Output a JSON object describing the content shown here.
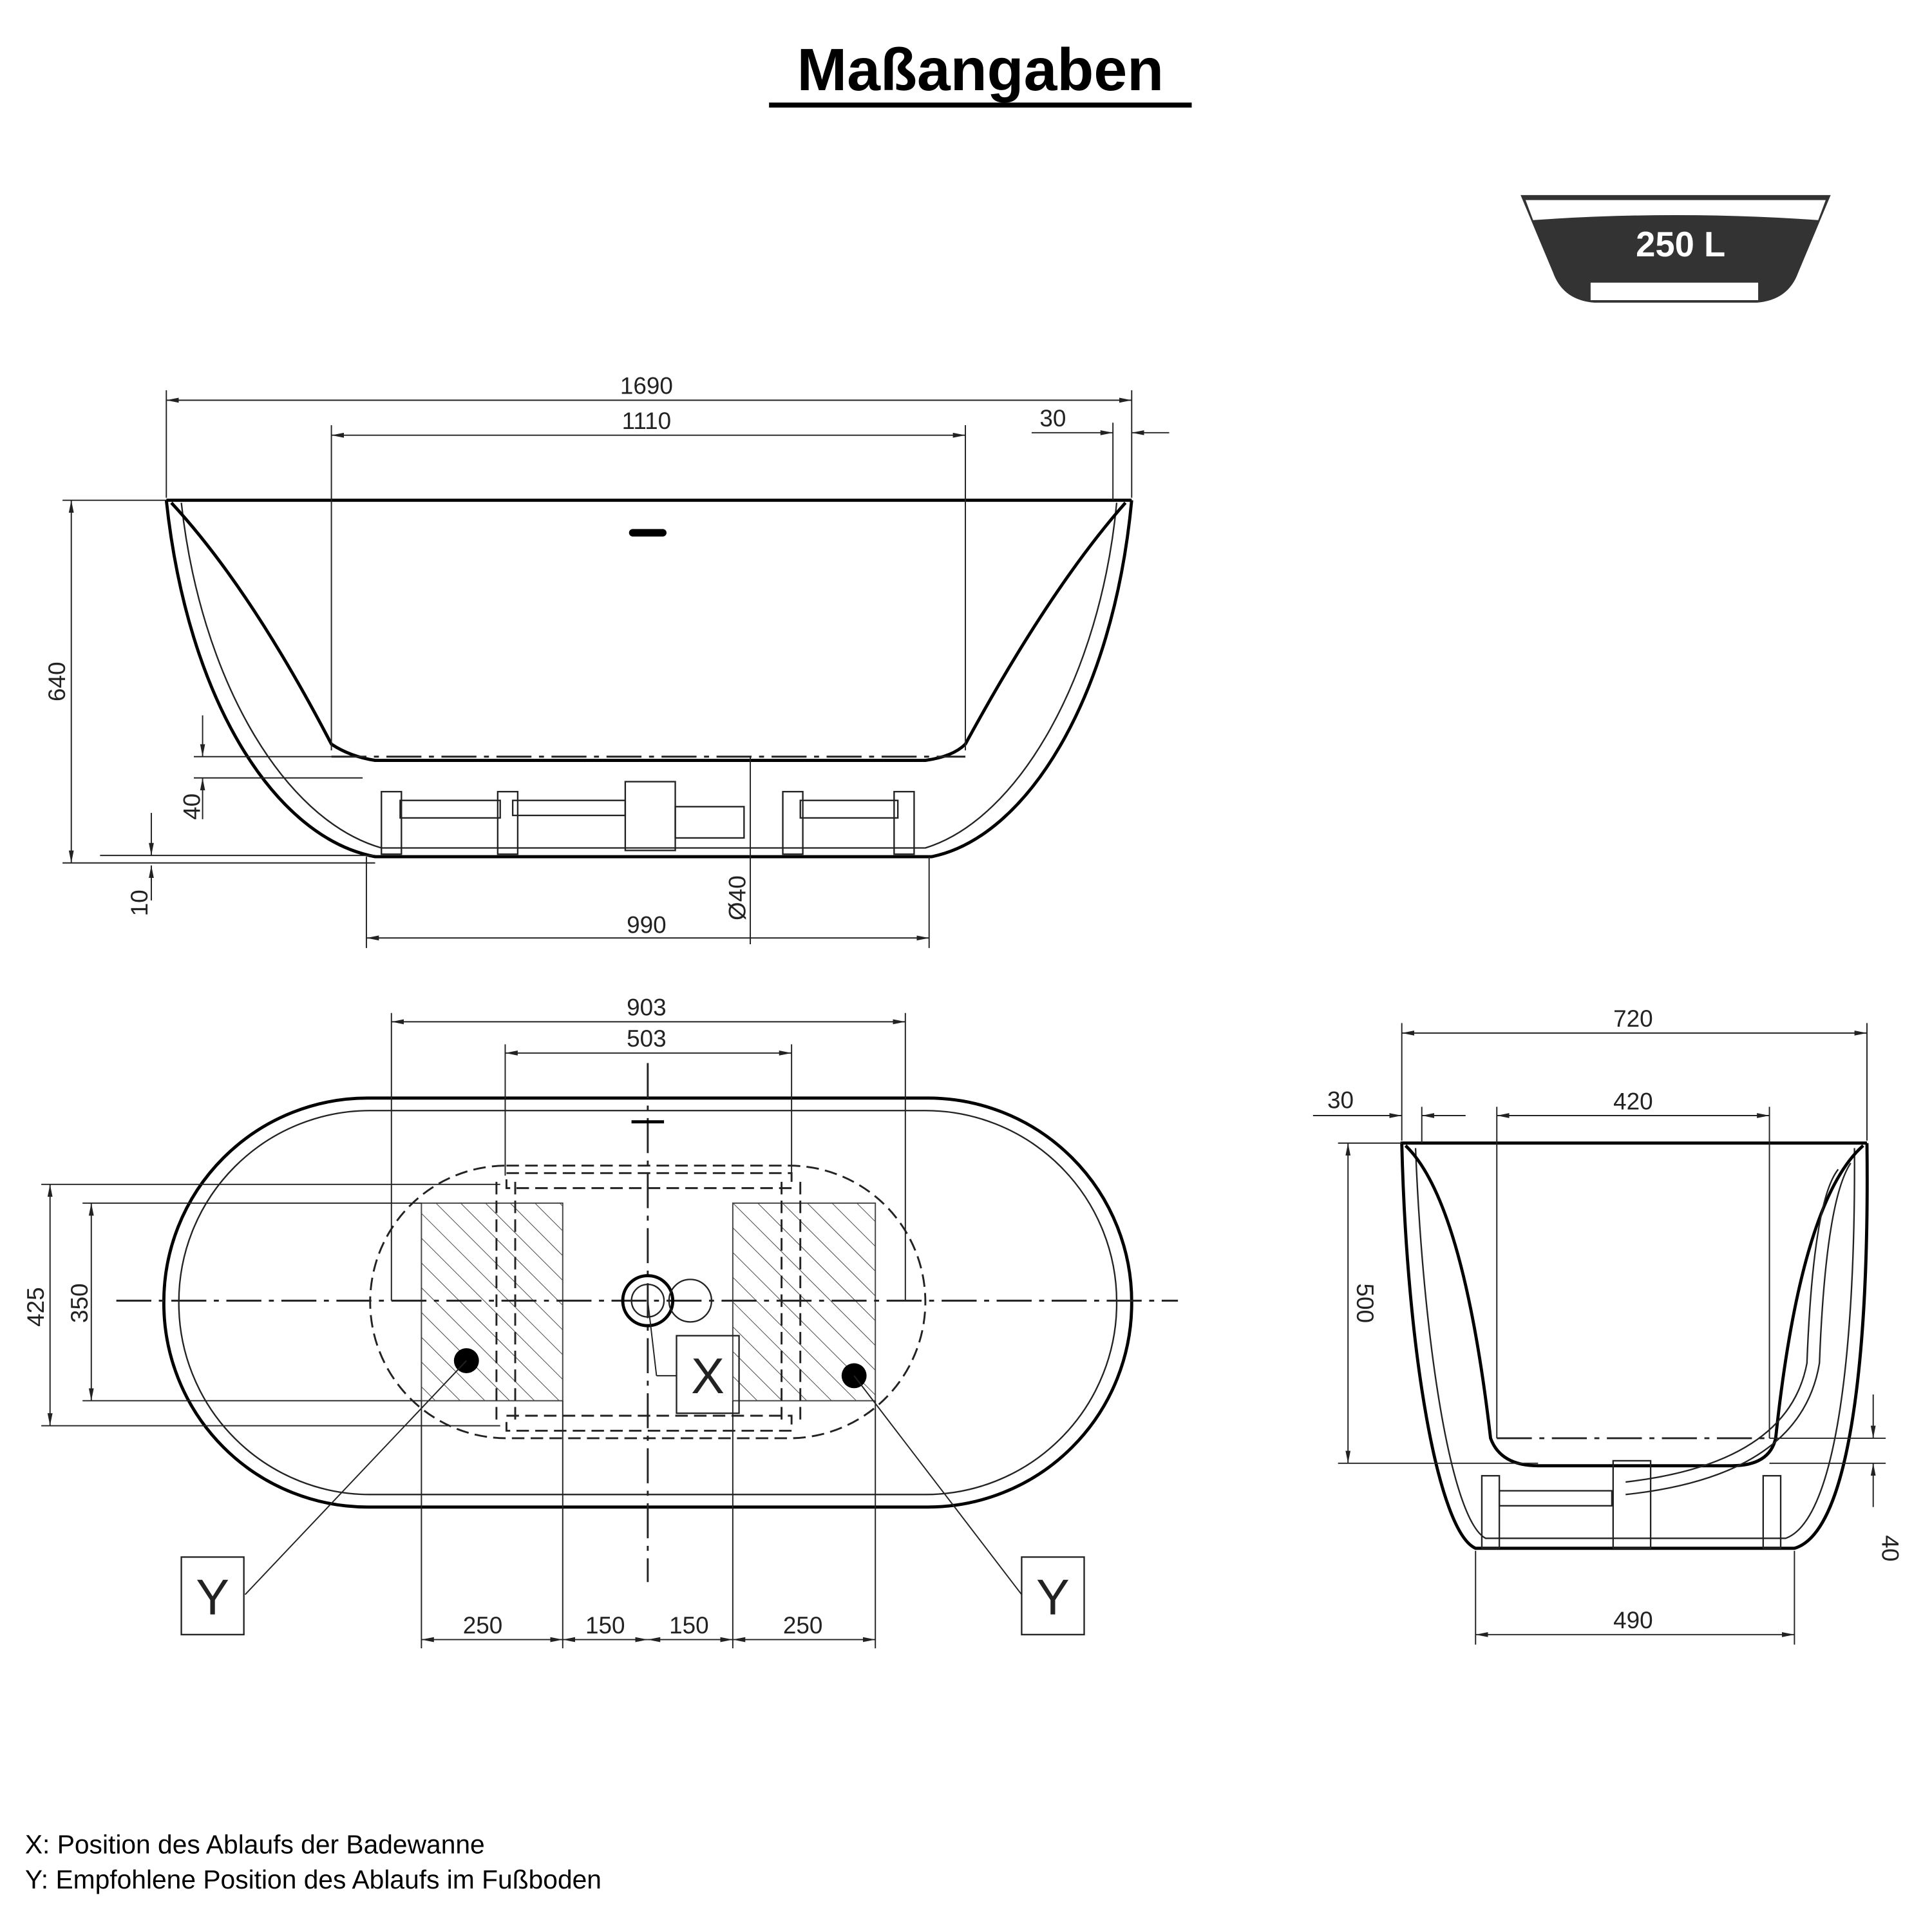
{
  "title": "Maßangaben",
  "capacity": "250 L",
  "side_view": {
    "length_total": "1690",
    "length_inner": "1110",
    "rim": "30",
    "height": "640",
    "bottom_offset": "40",
    "foot_clearance": "10",
    "drain_dia": "Ø40",
    "base_length": "990"
  },
  "top_view": {
    "outer_feet": "903",
    "inner_feet": "503",
    "width_outer": "425",
    "width_inner": "350",
    "seg1": "250",
    "seg2": "150",
    "seg3": "150",
    "seg4": "250",
    "label_x": "X",
    "label_y_left": "Y",
    "label_y_right": "Y"
  },
  "end_view": {
    "width": "720",
    "rim": "30",
    "inner_width": "420",
    "height": "500",
    "bottom_offset": "40",
    "base_width": "490"
  },
  "legend": [
    "X: Position des Ablaufs der Badewanne",
    "Y: Empfohlene Position des Ablaufs im Fußboden"
  ]
}
